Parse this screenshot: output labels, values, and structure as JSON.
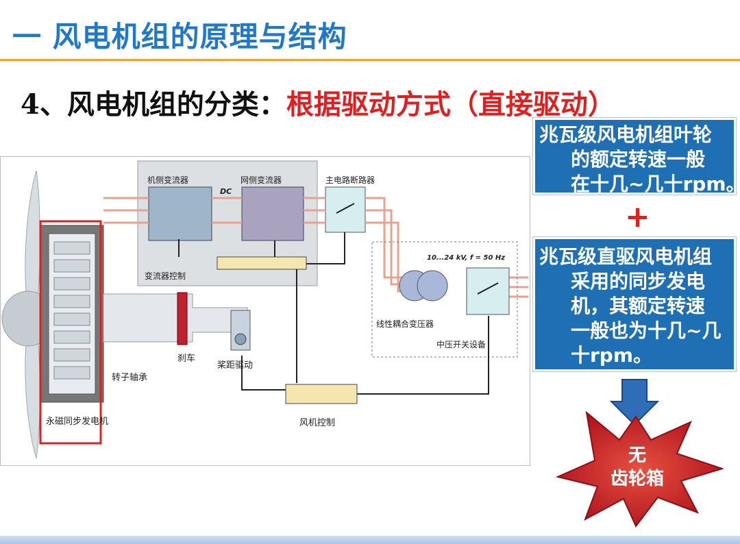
{
  "header": {
    "title": "一 风电机组的原理与结构",
    "subtitle_black": "4、风电机组的分类：",
    "subtitle_red": "根据驱动方式（直接驱动）"
  },
  "diagram": {
    "labels": {
      "machine_converter": "机侧变流器",
      "grid_converter": "网侧变流器",
      "main_breaker": "主电路断路器",
      "dc": "DC",
      "converter_control": "变流器控制",
      "voltage_spec": "10...24 kV, f = 50 Hz",
      "transformer": "线性耦合变压器",
      "mv_switchgear": "中压开关设备",
      "brake": "刹车",
      "rotor_bearing": "转子轴承",
      "pitch_drive": "桨距驱动",
      "pm_generator": "永磁同步发电机",
      "turbine_control": "风机控制"
    }
  },
  "notes": {
    "box1_lines": [
      "兆瓦级风电机组叶轮",
      "的额定转速一般",
      "在十几~几十rpm。"
    ],
    "plus": "+",
    "box2_lines": [
      "兆瓦级直驱风电机组",
      "采用的同步发电",
      "机，其额定转速",
      "一般也为十几~几",
      "十rpm。"
    ],
    "burst_line1": "无",
    "burst_line2": "齿轮箱"
  },
  "colors": {
    "title_blue": "#1f78c8",
    "accent_red": "#e02020",
    "note_blue": "#1f6fb5",
    "rule_orange": "#f0a030",
    "burst_red": "#c8202a"
  }
}
